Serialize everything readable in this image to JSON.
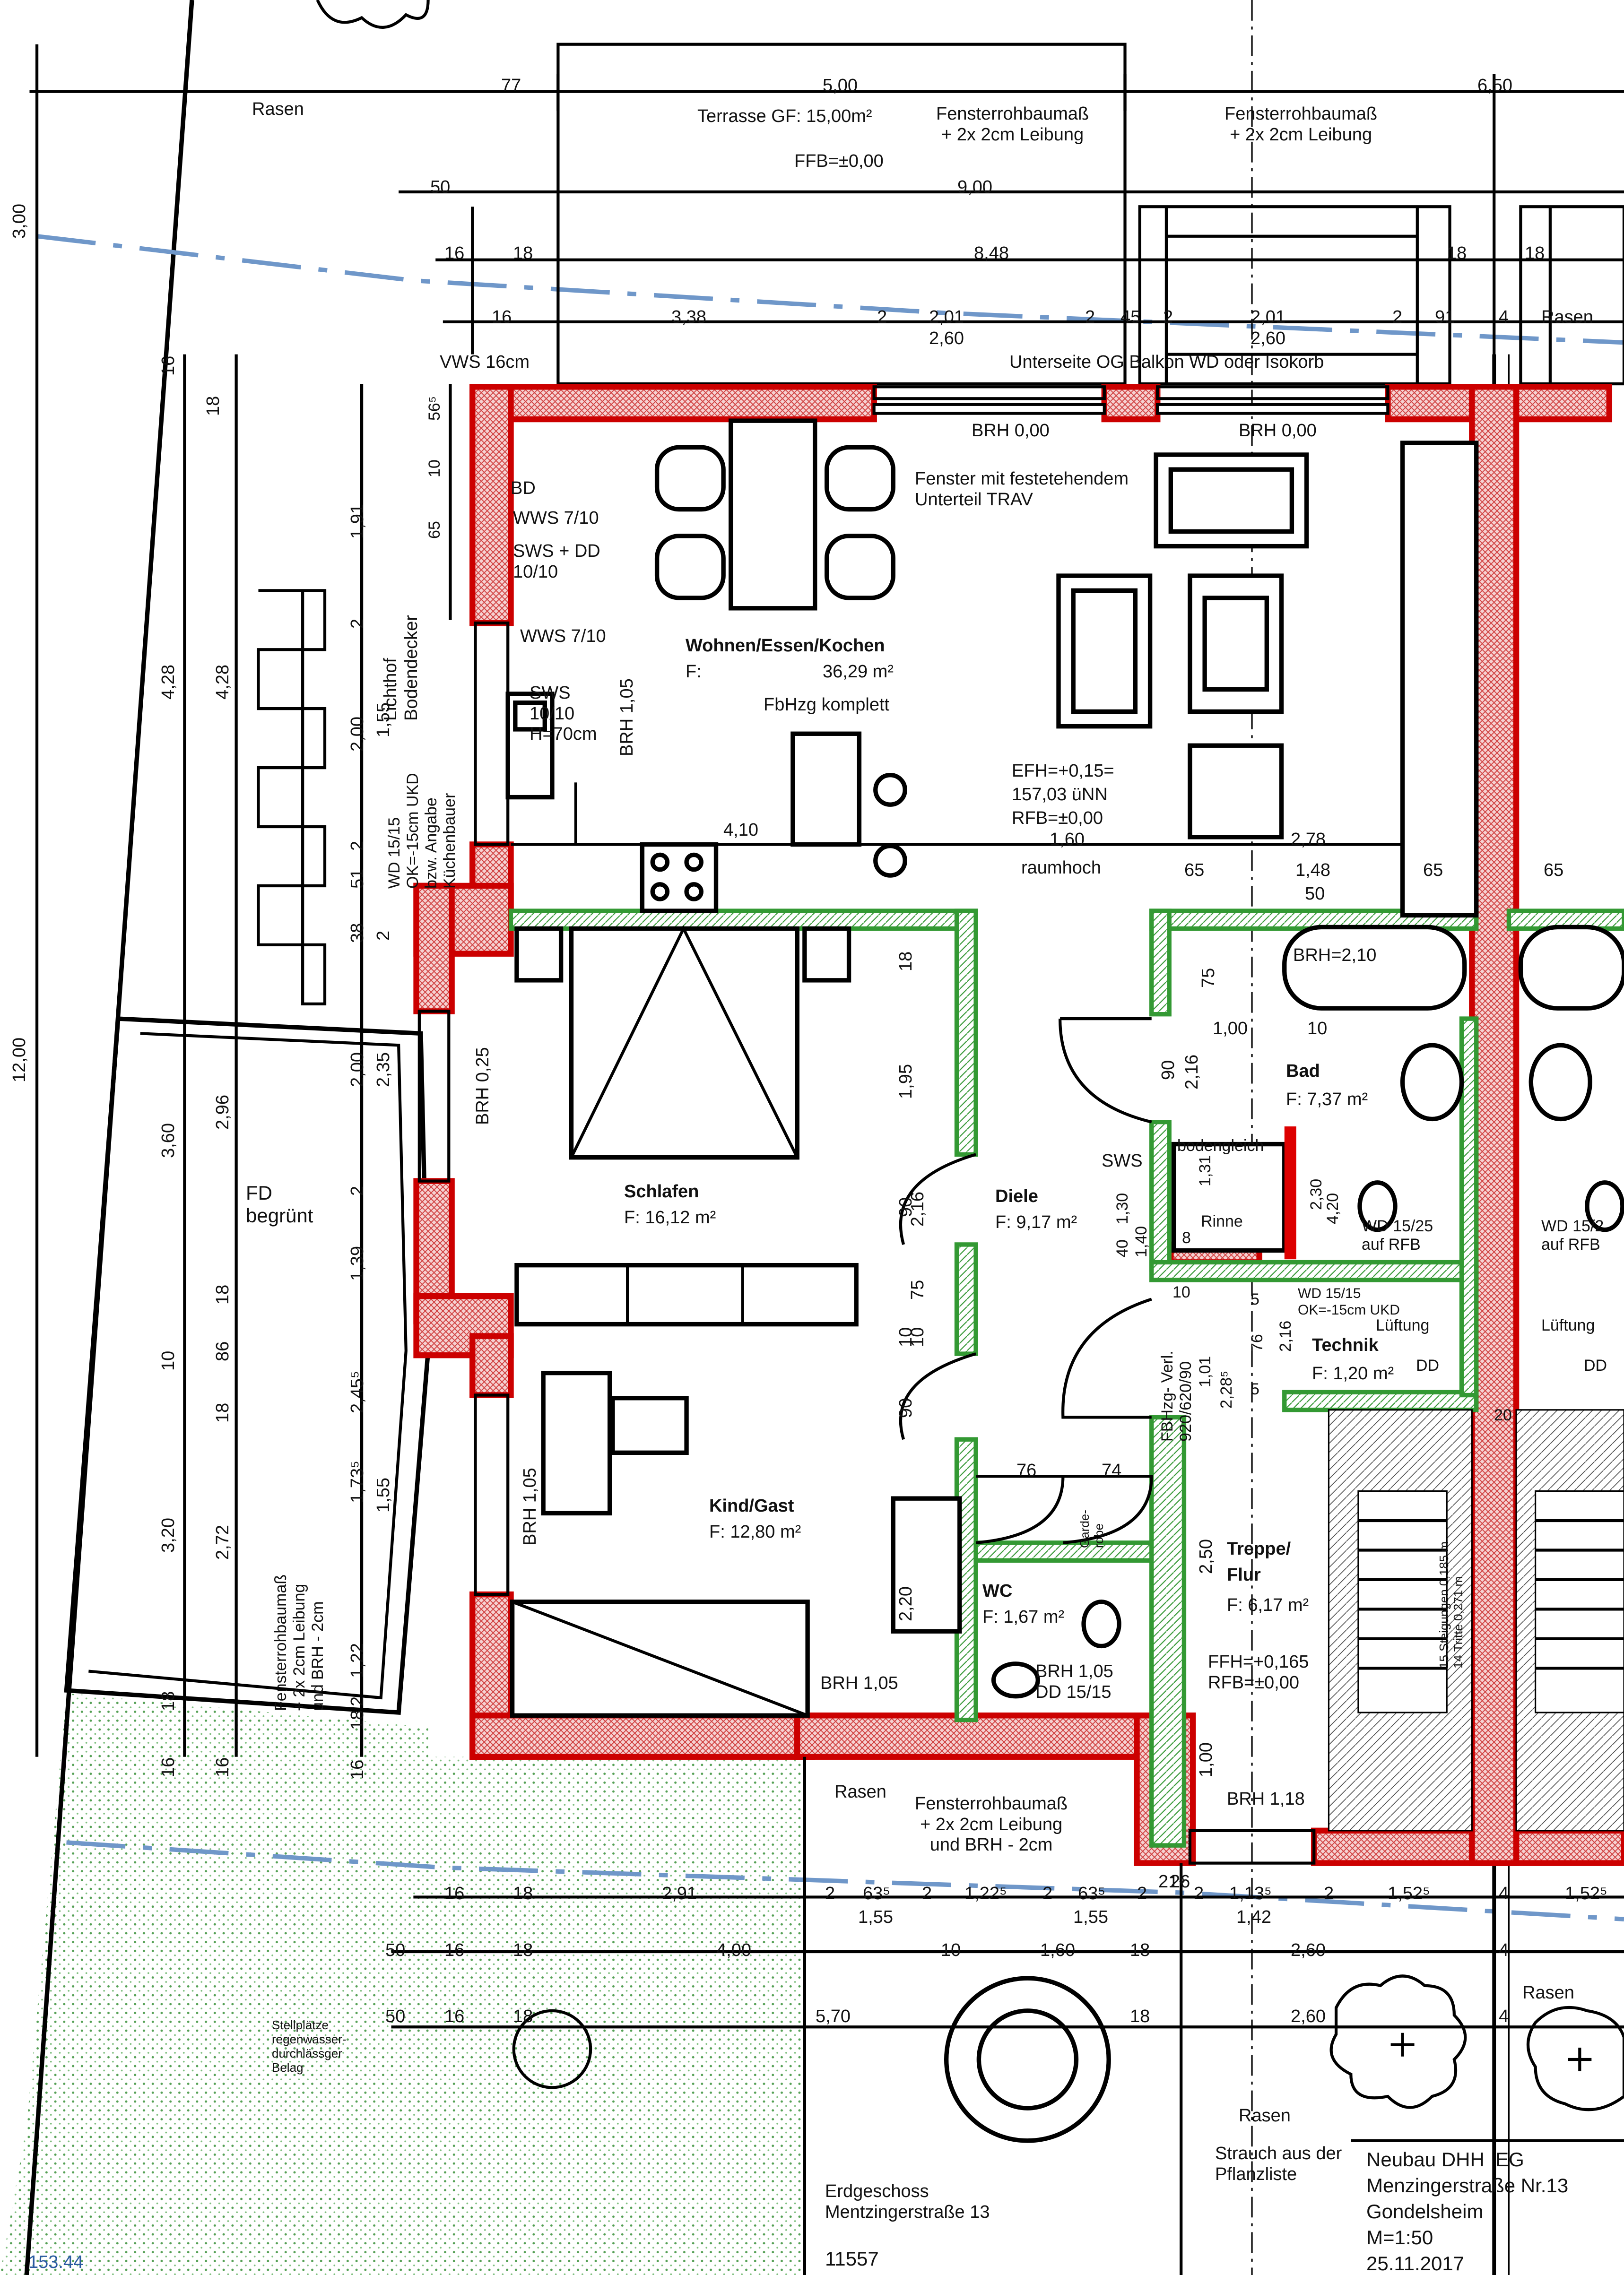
{
  "plan": {
    "top_labels": [
      "Rasen",
      "Terrasse GF: 15,00m²",
      "FFB=±0,00",
      "Fensterrohbaumaß\n+ 2x 2cm Leibung",
      "Fensterrohbaumaß\n+ 2x 2cm Leibung",
      "Unterseite OG Balkon WD oder Isokorb",
      "VWS 16cm",
      "BRH 0,00",
      "BRH 0,00",
      "Fenster mit festetehendem\nUnterteil TRAV"
    ],
    "top_dims": [
      "77",
      "5,00",
      "6,50",
      "50",
      "9,00",
      "16",
      "18",
      "8,48",
      "18",
      "18",
      "16",
      "3,38",
      "2",
      "2,01",
      "2,60",
      "2",
      "45",
      "2",
      "2,01",
      "2,60",
      "2",
      "91",
      "4",
      "Rasen"
    ],
    "left_labels": [
      "BD",
      "WWS 7/10",
      "SWS + DD\n10/10",
      "WWS 7/10",
      "SWS\n10/10\nH=70cm",
      "BRH 1,05",
      "Lichthof\nBodendecker",
      "WD 15/15\nOK=-15cm UKD\nbzw. Angabe\nKüchenbauer",
      "BRH 0,25",
      "FD\nbegrünt",
      "BRH 1,05",
      "Fensterrohbaumaß\n+ 2x 2cm Leibung\nund BRH - 2cm"
    ],
    "left_dims": [
      "3,00",
      "12,00",
      "16",
      "18",
      "4,28",
      "4,28",
      "3,60",
      "2,96",
      "3,20",
      "2,72",
      "18",
      "86",
      "10",
      "18",
      "18",
      "16",
      "16",
      "1,91",
      "2,00",
      "1,55",
      "2",
      "51",
      "38",
      "2,00",
      "2,35",
      "2",
      "1,39",
      "2,45⁵",
      "1,73⁵",
      "1,55",
      "1,22",
      "2",
      "18",
      "16",
      "56⁵",
      "10",
      "65",
      "2",
      "2"
    ],
    "rooms": [
      {
        "name": "Wohnen/Essen/Kochen",
        "area": "36,29 m²",
        "extra": "FbHzg komplett",
        "f": "F:"
      },
      {
        "name": "Schlafen",
        "area": "F: 16,12 m²"
      },
      {
        "name": "Diele",
        "area": "F: 9,17 m²"
      },
      {
        "name": "Kind/Gast",
        "area": "F: 12,80 m²"
      },
      {
        "name": "WC",
        "area": "F: 1,67 m²"
      },
      {
        "name": "Bad",
        "area": "F: 7,37 m²"
      },
      {
        "name": "Technik",
        "area": "F: 1,20 m²"
      },
      {
        "name": "Treppe/\nFlur",
        "area": "F: 6,17 m²"
      }
    ],
    "notes": [
      "EFH=+0,15=",
      "157,03 üNN",
      "RFB=±0,00",
      "4,10",
      "1,60",
      "2,78",
      "raumhoch",
      "65",
      "1,48",
      "50",
      "65",
      "65",
      "BRH=2,10",
      "1,00",
      "10",
      "SWS",
      "bodengleich",
      "Rinne",
      "WD 15/25\nauf RFB",
      "WD 15/2\nauf RFB",
      "WD 15/15\nOK=-15cm UKD",
      "Lüftung",
      "Lüftung",
      "DD",
      "DD",
      "FBHzg- Verl.\n920/620/90",
      "2,28⁵",
      "1,01",
      "76",
      "2,16",
      "Garde-\nrobe",
      "76",
      "74",
      "BRH 1,05\nDD 15/15",
      "BRH 1,05",
      "FFH=+0,165\nRFB=±0,00",
      "BRH 1,18",
      "2,50",
      "1,00",
      "15 Steigungen 0,185 m\n14 Tritte 0,271 m",
      "2,16",
      "1,95",
      "2,20",
      "18",
      "90",
      "10",
      "75",
      "10",
      "90",
      "1,40",
      "1,30",
      "40",
      "1,31",
      "2,30",
      "4,20",
      "8",
      "10",
      "5",
      "20",
      "5",
      "75",
      "90",
      "2,16"
    ],
    "bottom_labels": [
      "Rasen",
      "Fensterrohbaumaß\n+ 2x 2cm Leibung\nund BRH - 2cm",
      "Stellplätze\nregenwasser-\ndurchlässger\nBelag",
      "Rasen",
      "Strauch aus der\nPflanzliste",
      "Rasen",
      "Erdgeschoss\nMentzingerstraße 13",
      "11557",
      "153.44"
    ],
    "bottom_dims": [
      "16",
      "18",
      "2,91",
      "2",
      "63⁵",
      "2",
      "1,22⁵",
      "2",
      "63⁵",
      "2",
      "21⁵",
      "26",
      "2",
      "1,13⁵",
      "2",
      "1,52⁵",
      "4",
      "1,52⁵",
      "1,55",
      "1,55",
      "1,42",
      "50",
      "16",
      "18",
      "4,00",
      "10",
      "1,60",
      "18",
      "2,60",
      "4",
      "50",
      "16",
      "18",
      "5,70",
      "18",
      "2,60",
      "4"
    ],
    "title_block": [
      "Neubau DHH  EG",
      "Menzingerstraße Nr.13",
      "Gondelsheim",
      "M=1:50",
      "25.11.2017"
    ]
  }
}
